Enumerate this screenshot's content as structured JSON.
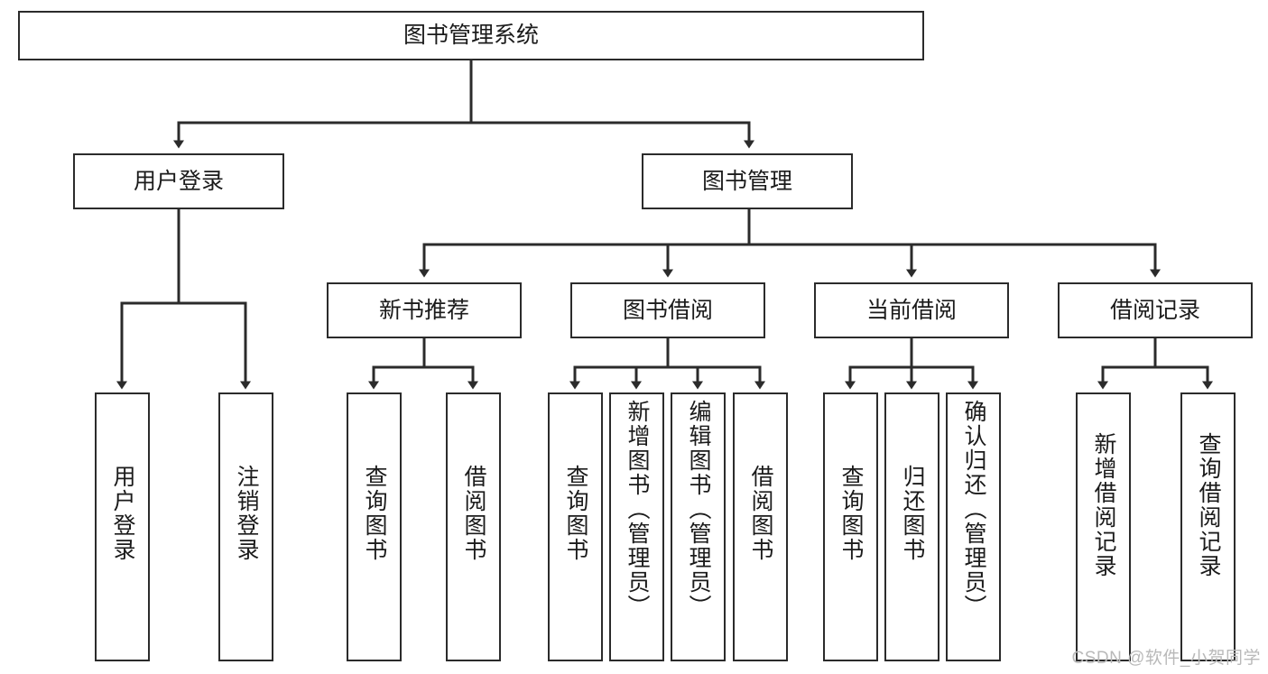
{
  "diagram": {
    "type": "tree",
    "title": "图书管理系统",
    "watermark": "CSDN @软件_小贺同学",
    "colors": {
      "background": "#ffffff",
      "node_border": "#2b2b2b",
      "node_fill": "#ffffff",
      "edge": "#2b2b2b",
      "text": "#1b1b1b",
      "watermark": "#b9b9b9"
    },
    "root": {
      "id": "root",
      "label": "图书管理系统"
    },
    "level1": [
      {
        "id": "user-login",
        "label": "用户登录"
      },
      {
        "id": "book-manage",
        "label": "图书管理"
      }
    ],
    "level2": [
      {
        "id": "new-book-rec",
        "label": "新书推荐",
        "parent": "book-manage"
      },
      {
        "id": "book-borrow",
        "label": "图书借阅",
        "parent": "book-manage"
      },
      {
        "id": "current-borrow",
        "label": "当前借阅",
        "parent": "book-manage"
      },
      {
        "id": "borrow-record",
        "label": "借阅记录",
        "parent": "book-manage"
      }
    ],
    "leaves": [
      {
        "id": "leaf-user-login",
        "label": "用户登录",
        "parent": "user-login"
      },
      {
        "id": "leaf-logout",
        "label": "注销登录",
        "parent": "user-login"
      },
      {
        "id": "leaf-query-book-1",
        "label": "查询图书",
        "parent": "new-book-rec"
      },
      {
        "id": "leaf-borrow-book-1",
        "label": "借阅图书",
        "parent": "new-book-rec"
      },
      {
        "id": "leaf-query-book-2",
        "label": "查询图书",
        "parent": "book-borrow"
      },
      {
        "id": "leaf-add-book",
        "label": "新增图书（管理员）",
        "parent": "book-borrow"
      },
      {
        "id": "leaf-edit-book",
        "label": "编辑图书（管理员）",
        "parent": "book-borrow"
      },
      {
        "id": "leaf-borrow-book-2",
        "label": "借阅图书",
        "parent": "book-borrow"
      },
      {
        "id": "leaf-query-book-3",
        "label": "查询图书",
        "parent": "current-borrow"
      },
      {
        "id": "leaf-return-book",
        "label": "归还图书",
        "parent": "current-borrow"
      },
      {
        "id": "leaf-confirm-return",
        "label": "确认归还（管理员）",
        "parent": "current-borrow"
      },
      {
        "id": "leaf-add-record",
        "label": "新增借阅记录",
        "parent": "borrow-record"
      },
      {
        "id": "leaf-query-record",
        "label": "查询借阅记录",
        "parent": "borrow-record"
      }
    ]
  }
}
